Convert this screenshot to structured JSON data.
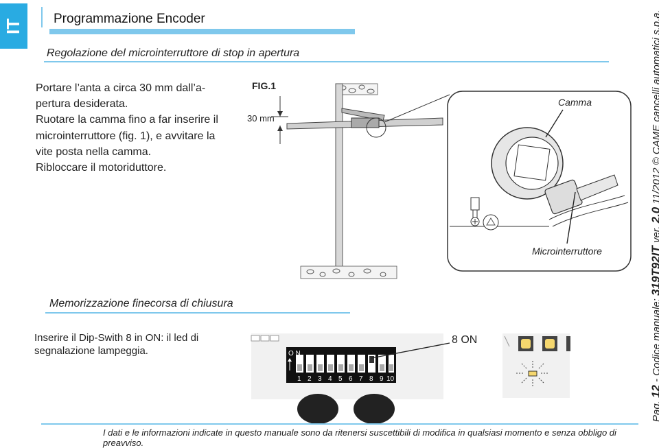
{
  "lang": "IT",
  "title": "Programmazione Encoder",
  "section1": {
    "heading": "Regolazione del microinterruttore di stop in apertura",
    "lines": [
      "Portare l’anta a circa 30 mm dall’a-",
      "pertura desiderata.",
      "Ruotare la camma fino a far inserire il",
      "microinterruttore (fig. 1), e avvitare la",
      "vite posta nella camma.",
      "Ribloccare il motoriduttore."
    ]
  },
  "figure": {
    "label": "FIG.1",
    "dimension": "30 mm",
    "camma_label": "Camma",
    "micro_label": "Microinterruttore"
  },
  "section2": {
    "heading": "Memorizzazione finecorsa di chiusura",
    "lines": [
      "Inserire il Dip-Swith 8 in ON: il led di",
      "segnalazione lampeggia."
    ]
  },
  "dip": {
    "on_text": "O N",
    "numbers": [
      "1",
      "2",
      "3",
      "4",
      "5",
      "6",
      "7",
      "8",
      "9",
      "10"
    ],
    "callout": "8 ON"
  },
  "sidebar": {
    "page_prefix": "Pag.",
    "page_number": "12",
    "manual_prefix": " - Codice manuale: ",
    "manual_code": "319T92IT",
    "version_prefix": " ver. ",
    "version": "2.0",
    "date_copyright": " 11/2012 © CAME cancelli automatici s.p.a."
  },
  "footer": "I dati e le informazioni indicate in questo manuale sono da ritenersi suscettibili di modifica in qualsiasi momento e senza obbligo di preavviso.",
  "colors": {
    "accent": "#29abe2",
    "rule": "#7fc8ec"
  }
}
